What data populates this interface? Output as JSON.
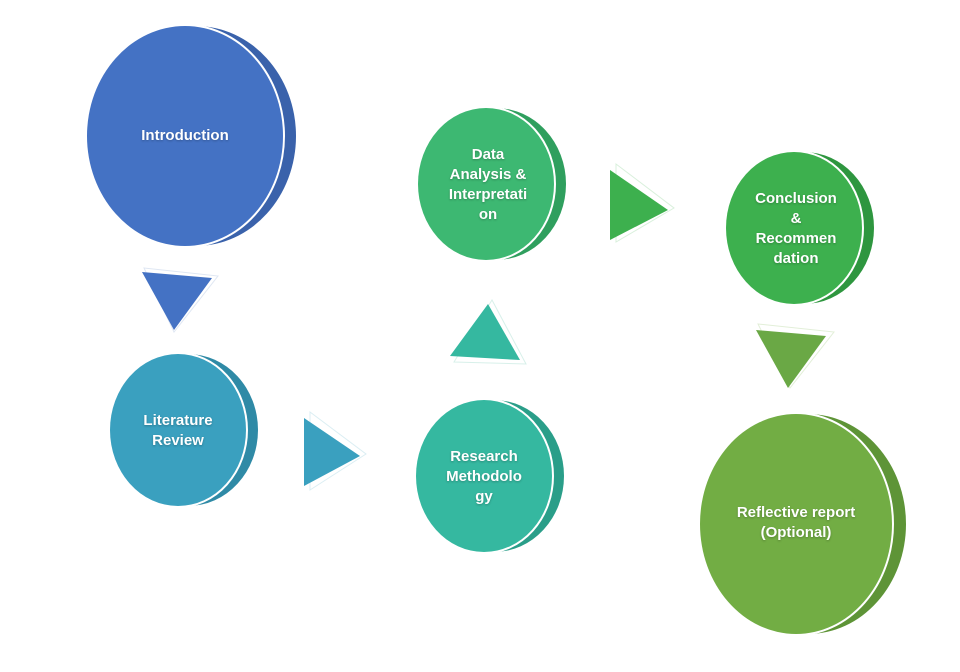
{
  "nodes": [
    {
      "id": "introduction",
      "label": "Introduction",
      "color": "#4472c4",
      "side": "#3a62ab"
    },
    {
      "id": "literature-review",
      "label": "Literature\nReview",
      "color": "#3aa0bf",
      "side": "#2f8aa6"
    },
    {
      "id": "research-methodology",
      "label": "Research\nMethodolo\ngy",
      "color": "#35b8a0",
      "side": "#2a9e89"
    },
    {
      "id": "data-analysis",
      "label": "Data\nAnalysis  &\nInterpretati\non",
      "color": "#3db872",
      "side": "#2f9f5e"
    },
    {
      "id": "conclusion",
      "label": "Conclusion\n&\nRecommen\ndation",
      "color": "#3db04e",
      "side": "#2e963f"
    },
    {
      "id": "reflective-report",
      "label": "Reflective report\n(Optional)",
      "color": "#72ad44",
      "side": "#5e9437"
    }
  ],
  "arrows": [
    {
      "id": "intro-to-literature",
      "color": "#4472c4"
    },
    {
      "id": "literature-to-research",
      "color": "#3aa0bf"
    },
    {
      "id": "research-to-data",
      "color": "#35b8a0"
    },
    {
      "id": "data-to-conclusion",
      "color": "#3db04e"
    },
    {
      "id": "conclusion-to-reflective",
      "color": "#6aa845"
    }
  ]
}
